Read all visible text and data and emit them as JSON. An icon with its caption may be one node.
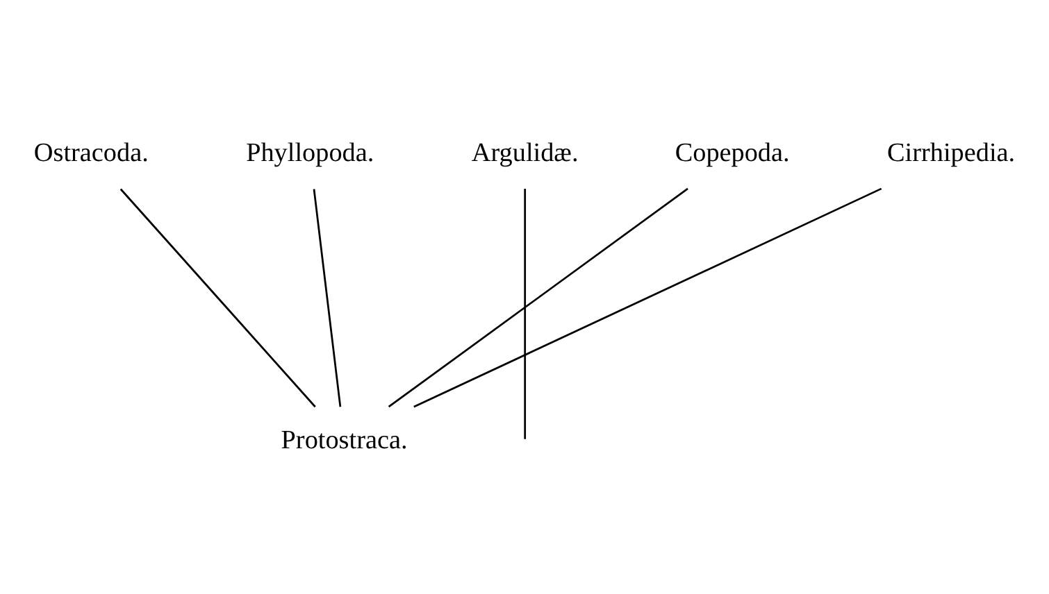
{
  "diagram": {
    "nodes": [
      {
        "text": [
          "Ostracoda."
        ]
      },
      {
        "text": [
          "Phyllopoda."
        ]
      },
      {
        "text": [
          "Argulidæ."
        ]
      },
      {
        "text": [
          "Copepoda."
        ]
      },
      {
        "text": [
          "Cirrhipedia."
        ]
      },
      {
        "text": [
          "Protostraca."
        ]
      }
    ],
    "edges": [
      {
        "from": 5,
        "to": 1,
        "arrow": "none"
      },
      {
        "from": 5,
        "to": 0,
        "arrow": "none"
      },
      {
        "from": 5,
        "to": 4,
        "arrow": "none"
      },
      {
        "from": 5,
        "to": 3,
        "arrow": "none"
      },
      {
        "from": null,
        "to": 2,
        "arrow": "none"
      }
    ]
  }
}
